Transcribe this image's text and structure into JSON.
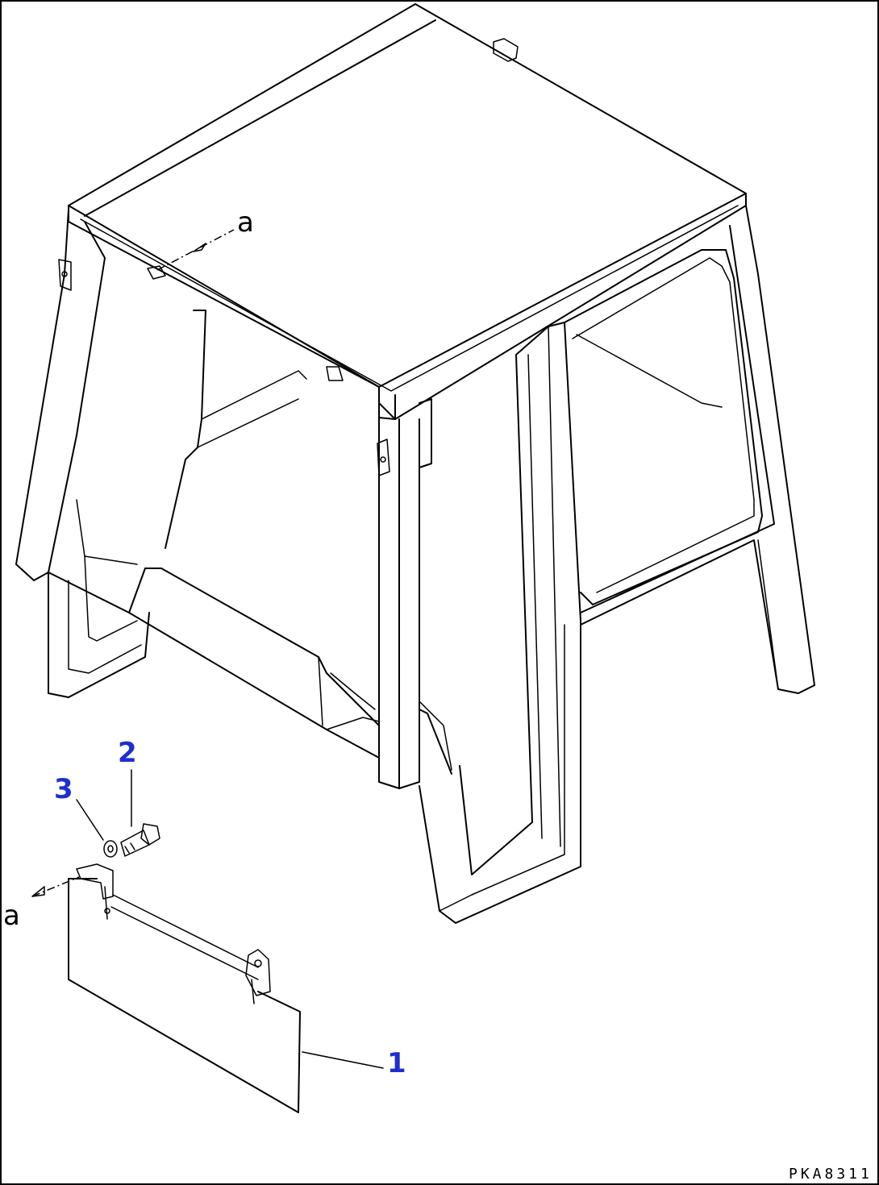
{
  "callouts": {
    "part_1": "1",
    "part_2": "2",
    "part_3": "3"
  },
  "references": {
    "ref_top": "a",
    "ref_bottom": "a"
  },
  "drawing_code": "PKA8311",
  "colors": {
    "callout": "#1e2fd0",
    "line": "#000000",
    "background": "#ffffff"
  }
}
